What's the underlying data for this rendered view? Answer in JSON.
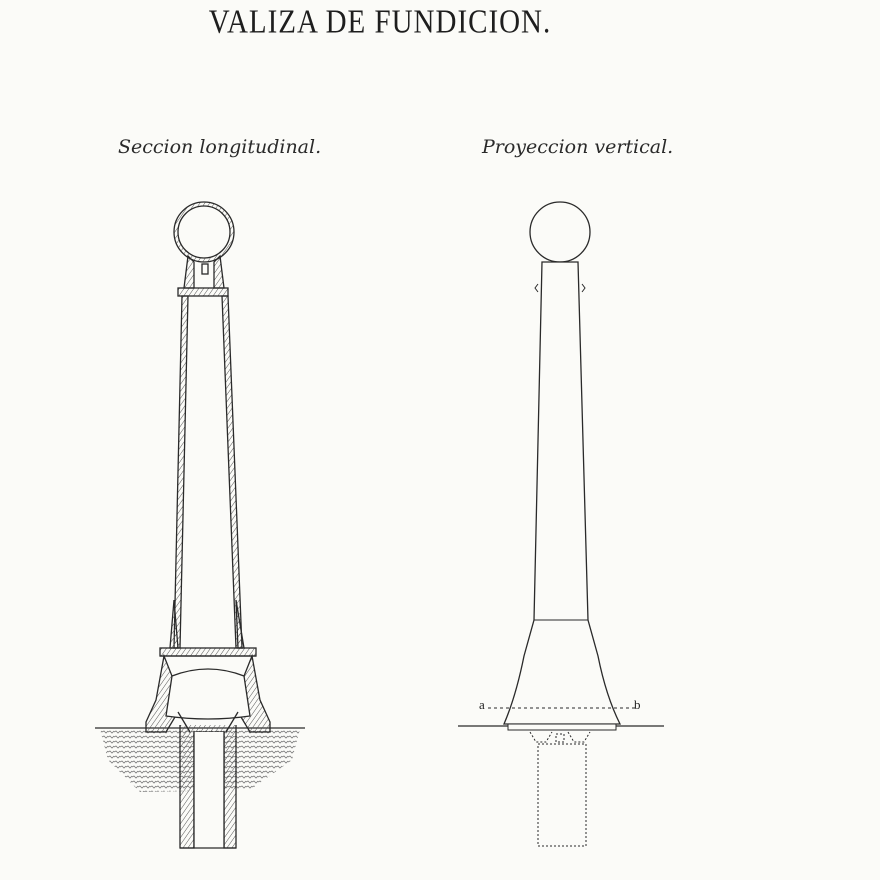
{
  "title": "VALIZA DE FUNDICION.",
  "captions": {
    "left": "Seccion longitudinal.",
    "right": "Proyeccion vertical."
  },
  "markers": {
    "a": "a",
    "b": "b"
  },
  "colors": {
    "paper": "#fbfbf8",
    "ink": "#2a2a2a",
    "hatch": "#7c7c7c"
  }
}
